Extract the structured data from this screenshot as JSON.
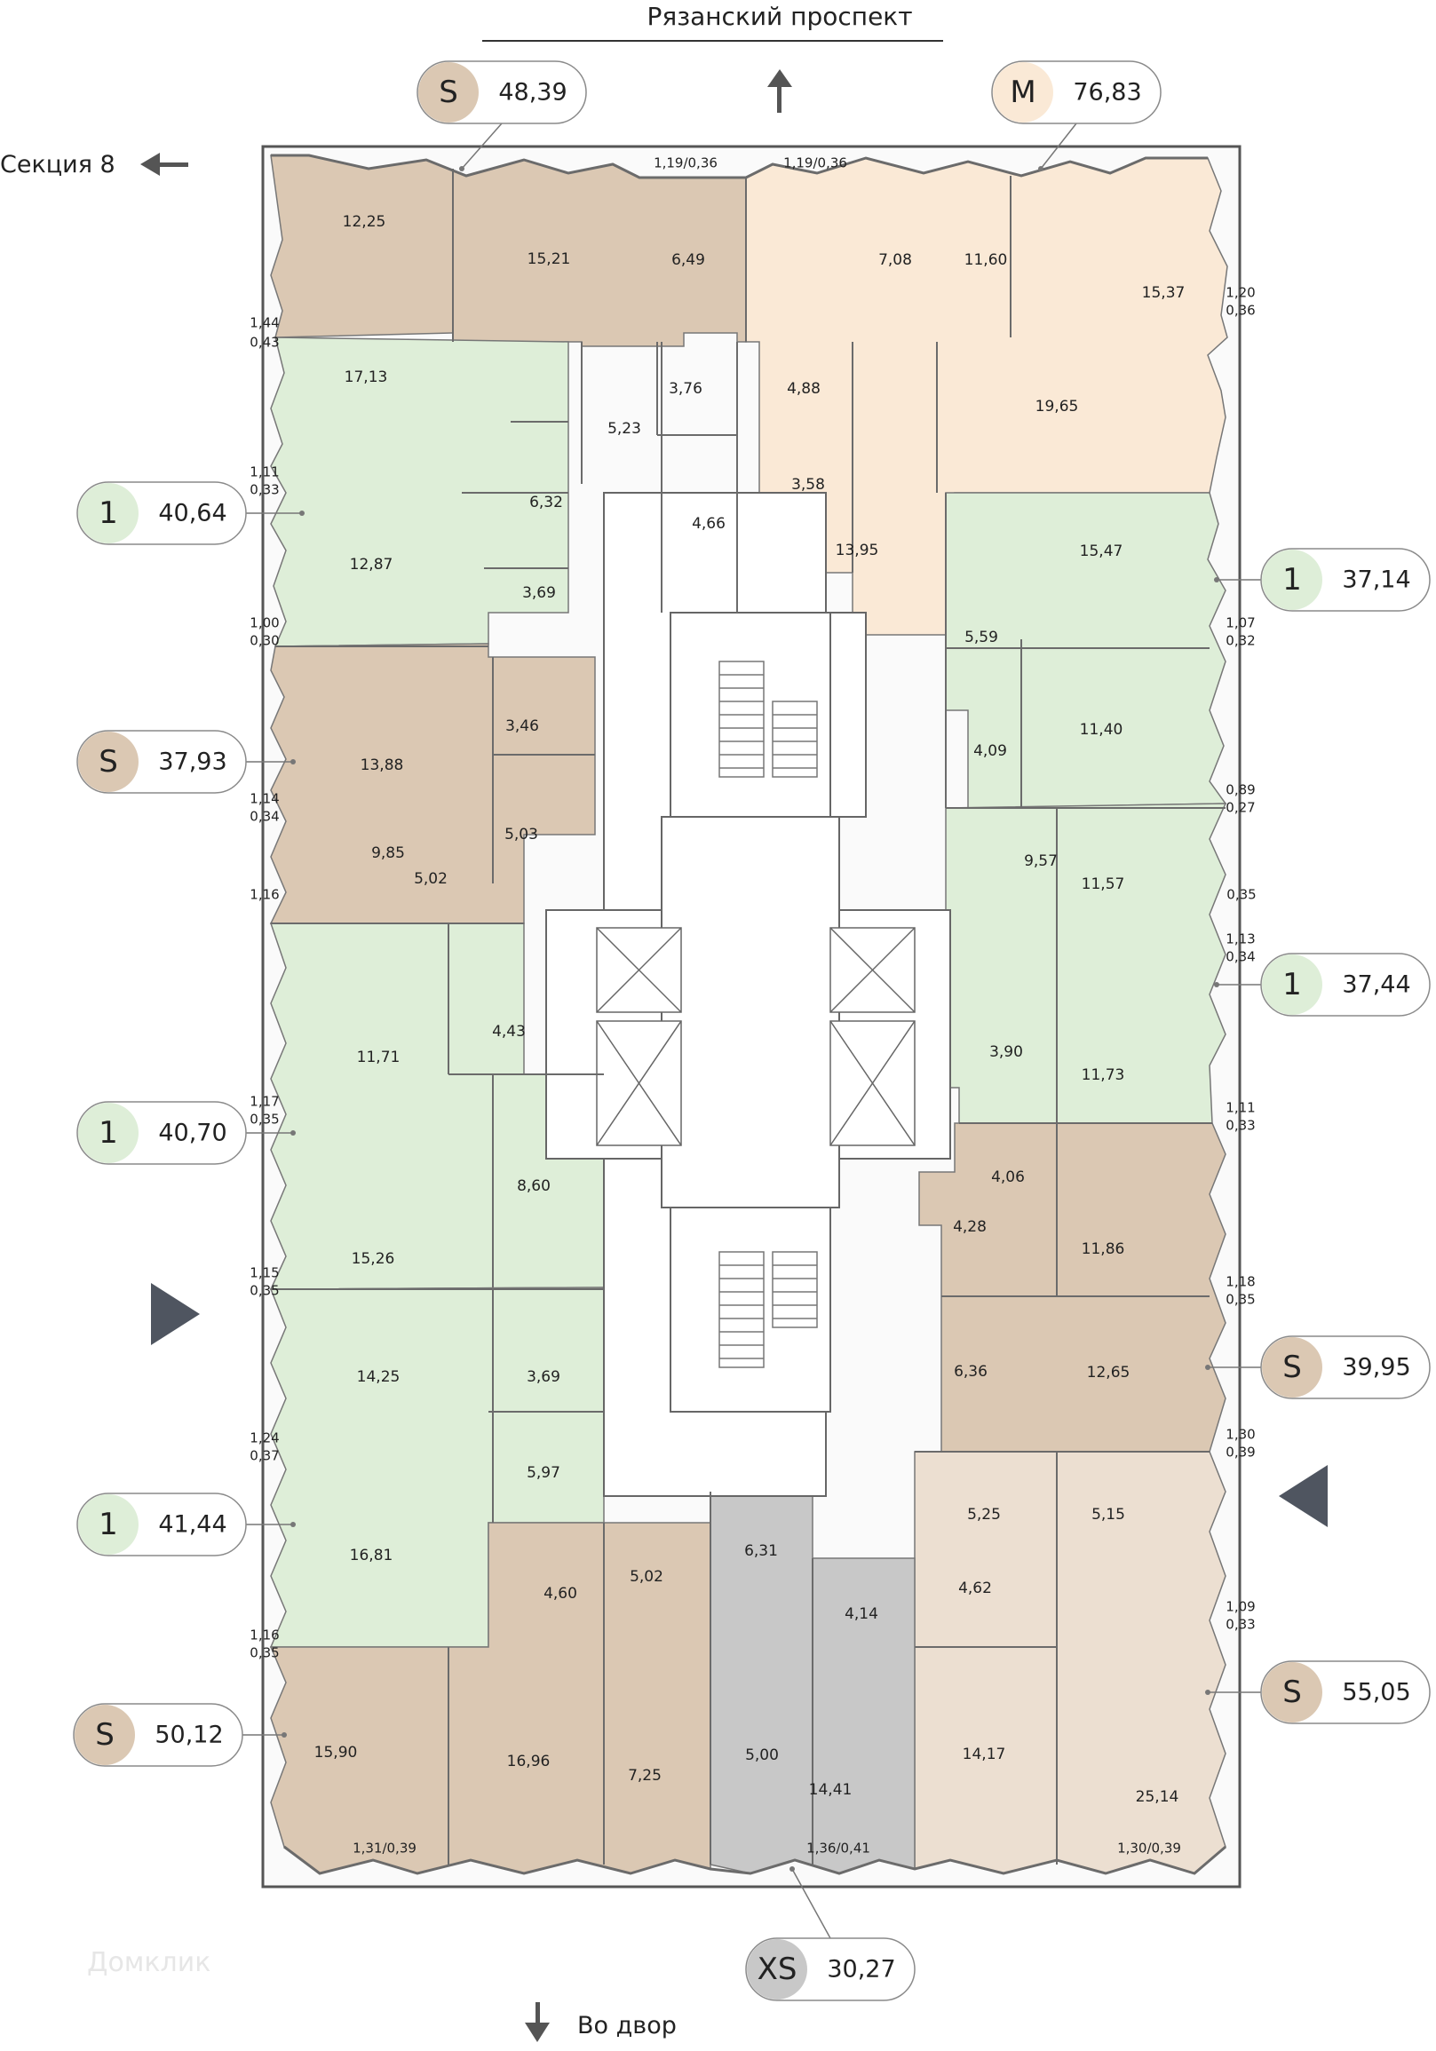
{
  "colors": {
    "studio": "#dbc8b3",
    "one_room": "#deeed8",
    "multi": "#fae9d6",
    "xs": "#c8c8c8",
    "studio_light": "#ecdfd1"
  },
  "street_top": "Рязанский проспект",
  "section_link": "Секция 8",
  "yard_link": "Во двор",
  "watermark": "Домклик",
  "badges": [
    {
      "letter": "S",
      "area": "48,39"
    },
    {
      "letter": "M",
      "area": "76,83"
    },
    {
      "letter": "1",
      "area": "40,64"
    },
    {
      "letter": "1",
      "area": "37,14"
    },
    {
      "letter": "S",
      "area": "37,93"
    },
    {
      "letter": "1",
      "area": "37,44"
    },
    {
      "letter": "1",
      "area": "40,70"
    },
    {
      "letter": "S",
      "area": "39,95"
    },
    {
      "letter": "1",
      "area": "41,44"
    },
    {
      "letter": "S",
      "area": "55,05"
    },
    {
      "letter": "S",
      "area": "50,12"
    },
    {
      "letter": "XS",
      "area": "30,27"
    }
  ],
  "rooms": [
    "12,25",
    "15,21",
    "6,49",
    "7,08",
    "11,60",
    "15,37",
    "17,13",
    "5,23",
    "3,76",
    "4,88",
    "19,65",
    "12,87",
    "6,32",
    "4,66",
    "3,58",
    "13,95",
    "15,47",
    "3,69",
    "5,59",
    "13,88",
    "3,46",
    "11,40",
    "4,09",
    "9,85",
    "5,03",
    "5,02",
    "9,57",
    "11,57",
    "11,71",
    "4,43",
    "3,90",
    "11,73",
    "8,60",
    "4,06",
    "15,26",
    "4,28",
    "11,86",
    "14,25",
    "3,69",
    "6,36",
    "12,65",
    "5,97",
    "16,81",
    "4,60",
    "5,02",
    "6,31",
    "5,25",
    "5,15",
    "4,14",
    "4,62",
    "15,90",
    "16,96",
    "7,25",
    "5,00",
    "14,41",
    "14,17",
    "25,14"
  ],
  "balconies": [
    "1,19/0,36",
    "1,19/0,36",
    "1,44",
    "0,43",
    "1,20",
    "0,36",
    "1,11",
    "0,33",
    "1,00",
    "0,30",
    "1,07",
    "0,32",
    "1,14",
    "0,34",
    "0,89",
    "0,27",
    "1,16",
    "0,35",
    "1,13",
    "0,34",
    "1,17",
    "0,35",
    "1,11",
    "0,33",
    "1,15",
    "0,35",
    "1,18",
    "0,35",
    "1,24",
    "0,37",
    "1,30",
    "0,39",
    "1,16",
    "0,35",
    "1,09",
    "0,33",
    "1,31/0,39",
    "1,36/0,41",
    "1,30/0,39"
  ]
}
